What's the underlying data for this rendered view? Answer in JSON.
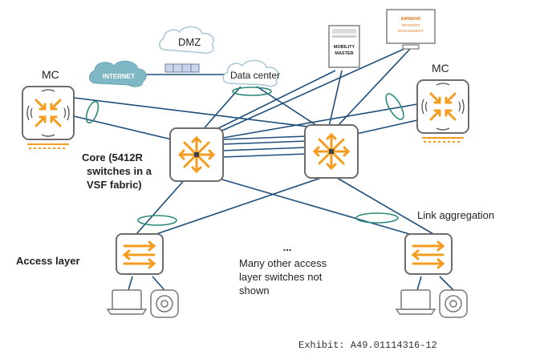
{
  "labels": {
    "mc_left": "MC",
    "mc_right": "MC",
    "dmz": "DMZ",
    "internet": "INTERNET",
    "data_center": "Data center",
    "mobility_master_line1": "MOBILITY",
    "mobility_master_line2": "MASTER",
    "airwave_line1": "AIRWAVE",
    "airwave_line2": "NETWORK",
    "airwave_line3": "MANAGEMENT",
    "core_line1": "Core (5412R",
    "core_line2": "switches in a",
    "core_line3": "VSF fabric)",
    "link_aggregation": "Link aggregation",
    "access_layer": "Access layer",
    "ellipsis": "...",
    "others_line1": "Many other access",
    "others_line2": "layer switches not",
    "others_line3": "shown",
    "exhibit": "Exhibit: A49.01114316-12"
  },
  "colors": {
    "link": "#1f4e79",
    "aggregation_ring": "#2a8a7a",
    "device_orange": "#f39c1f",
    "device_frame": "#6d6d6d",
    "cloud_teal": "#7fb8c4",
    "cloud_outline": "#a9c7d4"
  },
  "icons": {
    "core_switch": "orange-outward-arrows-icon",
    "mobility_controller": "orange-inward-arrows-icon",
    "access_switch": "orange-bidirectional-arrows-icon",
    "access_point": "wireless-ap-icon",
    "client": "laptop-icon"
  }
}
